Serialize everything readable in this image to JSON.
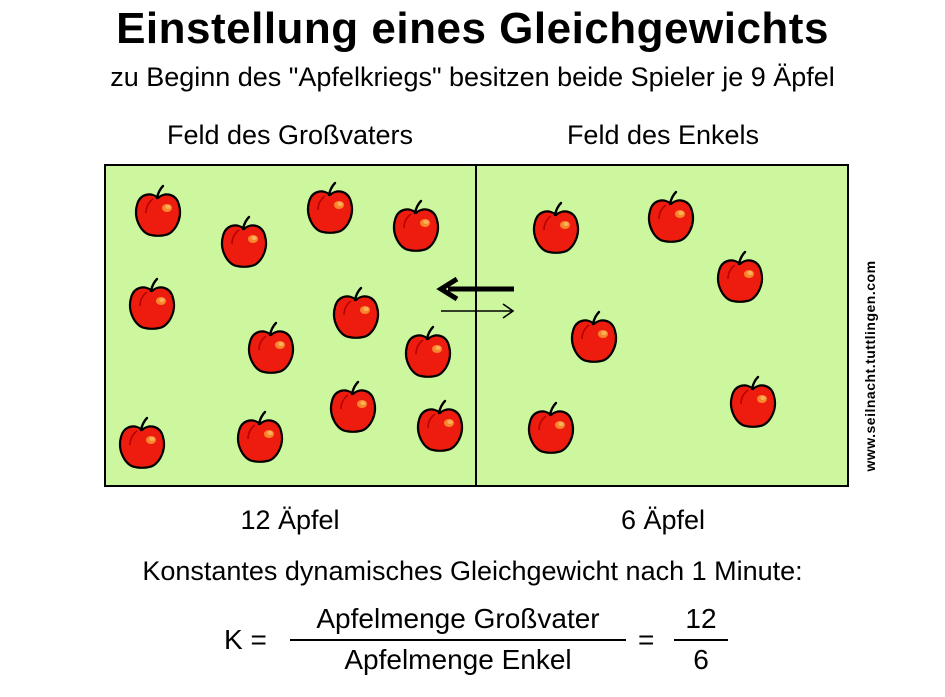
{
  "title": "Einstellung eines Gleichgewichts",
  "subtitle": "zu Beginn des \"Apfelkriegs\" besitzen beide Spieler je 9 Äpfel",
  "fields": {
    "left_label": "Feld des Großvaters",
    "right_label": "Feld des Enkels",
    "left_count": "12 Äpfel",
    "right_count": "6 Äpfel",
    "left_apples": 12,
    "right_apples": 6,
    "field_color": "#ccf79f",
    "apple_color": "#ee1c0e"
  },
  "caption": "Konstantes dynamisches Gleichgewicht nach 1 Minute:",
  "formula": {
    "lhs": "K =",
    "numerator": "Apfelmenge Großvater",
    "denominator": "Apfelmenge Enkel",
    "equals": "=",
    "result_numerator": "12",
    "result_denominator": "6"
  },
  "watermark": "www.seilnacht.tuttlingen.com",
  "icons": {
    "apple": "apple-icon",
    "arrow_left": "arrow-left-thick-icon",
    "arrow_right": "arrow-right-thin-icon"
  }
}
